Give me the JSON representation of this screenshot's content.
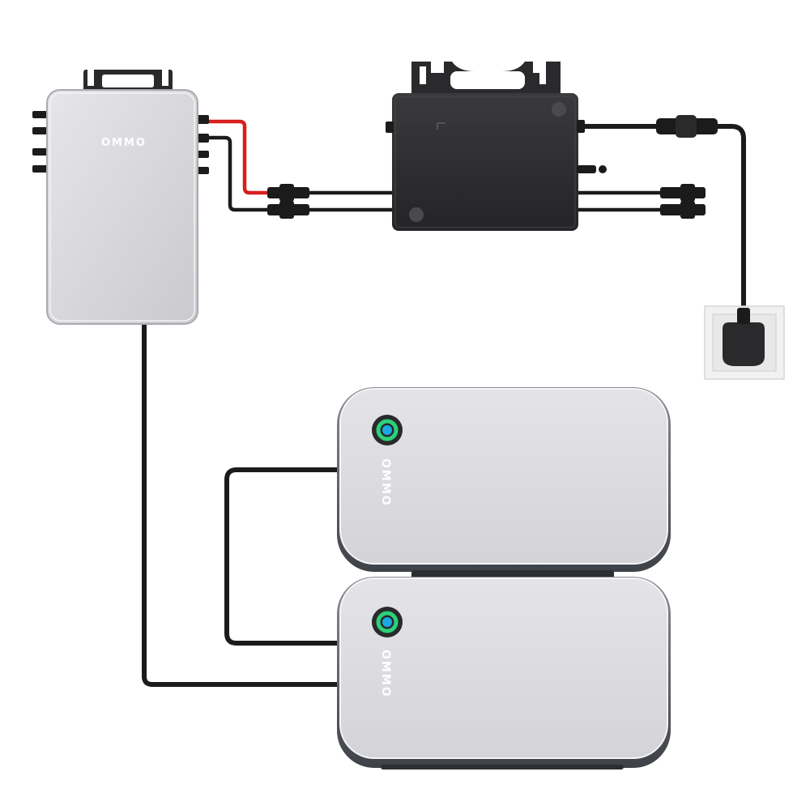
{
  "controller": {
    "brand": "OMMO"
  },
  "batteries": [
    {
      "brand": "OMMO",
      "led_color": "#2bd17a"
    },
    {
      "brand": "OMMO",
      "led_color": "#2bd17a"
    }
  ],
  "colors": {
    "background": "#ffffff",
    "device_light": "#dcdcdf",
    "device_edge": "#5b5d66",
    "inverter_body": "#2d2d2f",
    "cable": "#1b1b1b",
    "cable_positive": "#d81e1e",
    "led_ring": "#2bd17a",
    "led_inner": "#1aa8e0"
  },
  "icons": {
    "wall_socket": "wall-socket-icon",
    "plug": "power-plug-icon",
    "led": "status-led-icon"
  }
}
